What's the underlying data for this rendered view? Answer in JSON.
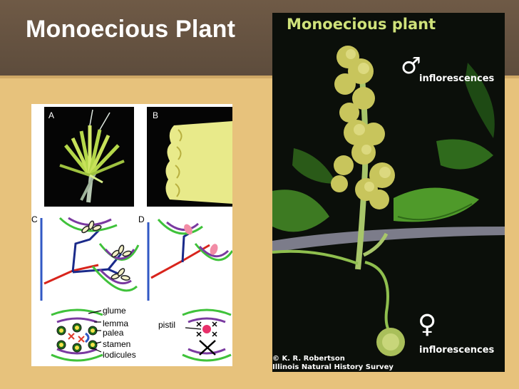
{
  "slide": {
    "title": "Monoecious Plant"
  },
  "diagram": {
    "panel_labels": [
      "A",
      "B",
      "C",
      "D"
    ],
    "floret_labels": {
      "glume": "glume",
      "lemma": "lemma",
      "palea": "palea",
      "stamen": "stamen",
      "lodicules": "lodicules",
      "pistil": "pistil"
    }
  },
  "photo": {
    "title": "Monoecious plant",
    "male_symbol": "♂",
    "male_label": "inflorescences",
    "female_symbol": "♀",
    "female_label": "inflorescences",
    "credit_line1": "© K. R. Robertson",
    "credit_line2": "Illinois Natural History Survey"
  },
  "colors": {
    "background": "#e7c27c",
    "header": "#6f5a46",
    "photo_title": "#cfe27a"
  }
}
